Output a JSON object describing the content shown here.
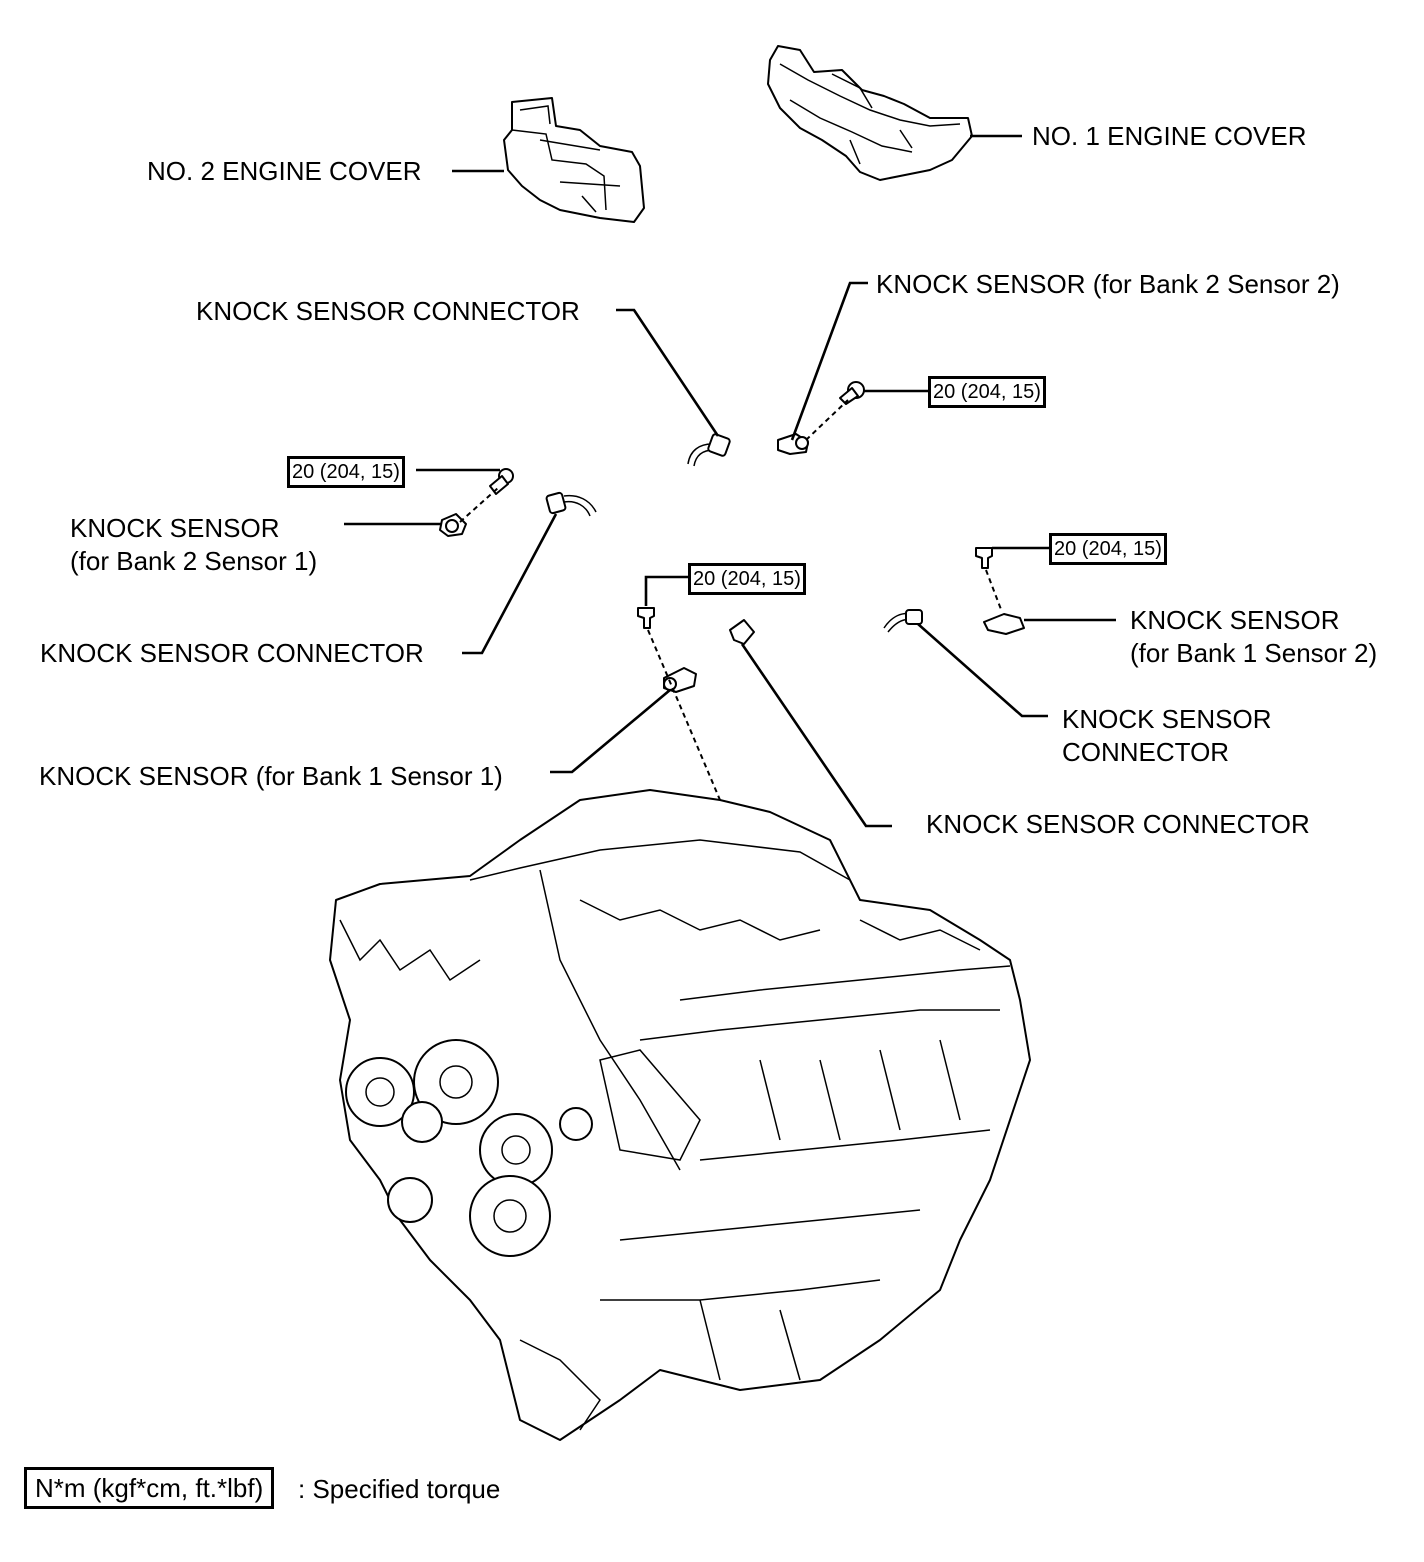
{
  "labels": {
    "no2_engine_cover": "NO. 2 ENGINE COVER",
    "no1_engine_cover": "NO. 1 ENGINE COVER",
    "connector_top": "KNOCK SENSOR CONNECTOR",
    "sensor_b2s2": "KNOCK SENSOR (for Bank 2 Sensor 2)",
    "sensor_b2s1_line1": "KNOCK SENSOR",
    "sensor_b2s1_line2": "(for Bank 2 Sensor 1)",
    "connector_left": "KNOCK SENSOR CONNECTOR",
    "sensor_b1s2_line1": "KNOCK SENSOR",
    "sensor_b1s2_line2": "(for Bank 1 Sensor 2)",
    "connector_right_line1": "KNOCK SENSOR",
    "connector_right_line2": "CONNECTOR",
    "sensor_b1s1": "KNOCK SENSOR (for Bank 1 Sensor 1)",
    "connector_bottom": "KNOCK SENSOR CONNECTOR"
  },
  "torque_values": {
    "b2s2": "20 (204, 15)",
    "b2s1": "20 (204, 15)",
    "b1s1": "20 (204, 15)",
    "b1s2": "20 (204, 15)"
  },
  "legend": {
    "unit_box": "N*m (kgf*cm, ft.*lbf)",
    "description": ": Specified torque"
  }
}
